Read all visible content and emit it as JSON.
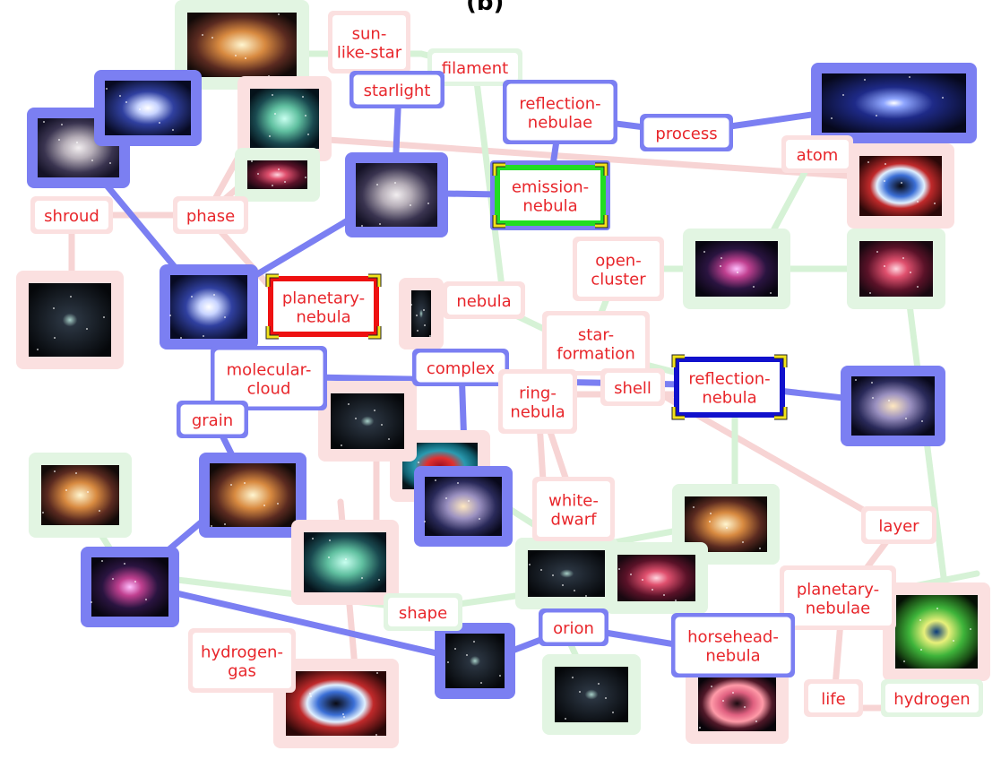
{
  "title": "(b)",
  "colors": {
    "red_text": "#e8262b",
    "red_box_fill": "#fbe0e0",
    "green_box_fill": "#e2f5e2",
    "blue_box_fill": "#7b7ff2",
    "blue_label_border": "#5a5ff0",
    "blue_edge": "#7b7ff2",
    "pink_edge": "#f7d4d4",
    "green_edge": "#d6f2d6",
    "selected_green": "#22dd22",
    "selected_red": "#ee1111",
    "selected_blue": "#1111cc",
    "corner_yellow": "#f2e21a"
  },
  "labels": {
    "sun_like_star": "sun-\nlike-star",
    "filament": "filament",
    "starlight": "starlight",
    "reflection_nebulae": "reflection-\nnebulae",
    "process": "process",
    "atom": "atom",
    "emission_nebula": "emission-\nnebula",
    "shroud": "shroud",
    "phase": "phase",
    "open_cluster": "open-\ncluster",
    "planetary_nebula": "planetary-\nnebula",
    "nebula": "nebula",
    "star_formation": "star-\nformation",
    "molecular_cloud": "molecular-\ncloud",
    "complex": "complex",
    "ring_nebula": "ring-\nnebula",
    "shell": "shell",
    "reflection_nebula": "reflection-\nnebula",
    "grain": "grain",
    "white_dwarf": "white-\ndwarf",
    "layer": "layer",
    "planetary_nebulae": "planetary-\nnebulae",
    "shape": "shape",
    "orion": "orion",
    "horsehead_nebula": "horsehead-\nnebula",
    "hydrogen_gas": "hydrogen-\ngas",
    "life": "life",
    "hydrogen": "hydrogen"
  }
}
